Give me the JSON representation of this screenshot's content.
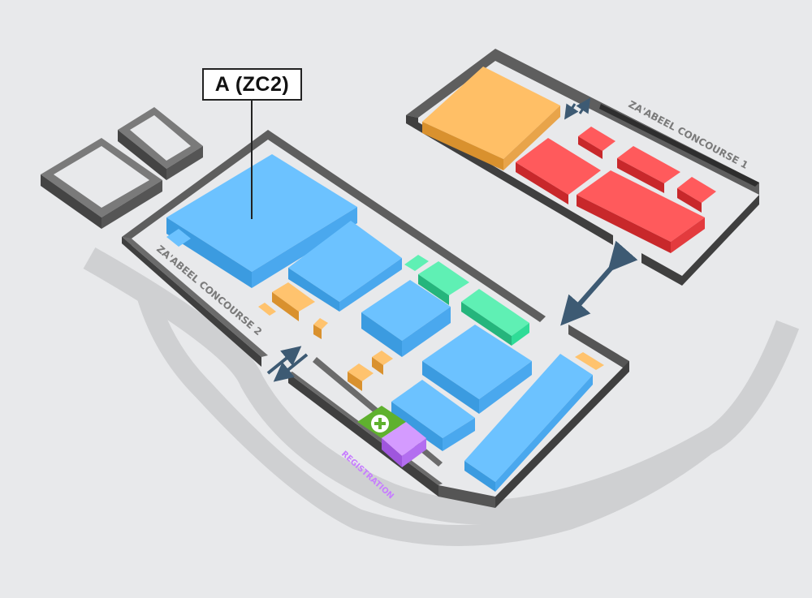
{
  "map": {
    "callout": {
      "label": "A (ZC2)"
    },
    "labels": {
      "concourse1": "ZA'ABEEL CONCOURSE 1",
      "concourse2": "ZA'ABEEL CONCOURSE 2",
      "registration": "REGISTRATION"
    },
    "icons": {
      "first_aid": "first-aid-cross-icon"
    },
    "colors": {
      "background": "#e8e9eb",
      "road": "#cfd0d2",
      "wall_top": "#6b6b6b",
      "wall_side": "#3f3f3f",
      "hall_blue": "#5cb8ff",
      "booth_orange": "#f6b04e",
      "booth_red": "#f0393c",
      "booth_green": "#2fdc97",
      "registration": "#c77dff",
      "first_aid": "#5fb12e",
      "arrow": "#3d5a73"
    }
  }
}
